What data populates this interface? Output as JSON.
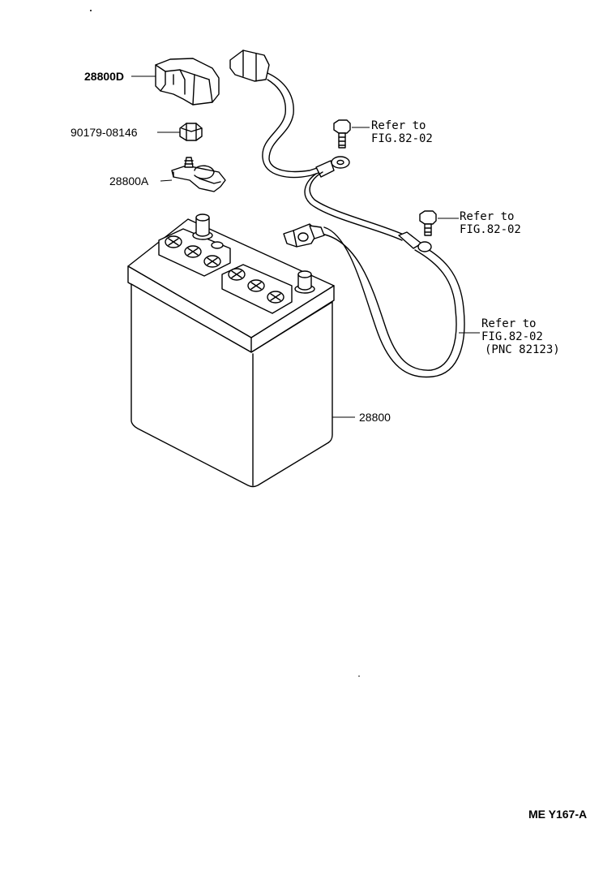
{
  "parts": {
    "terminal_cover": "28800D",
    "nut": "90179-08146",
    "clamp": "28800A",
    "battery": "28800"
  },
  "references": [
    {
      "line1": "Refer to",
      "line2": "FIG.82-02",
      "line3": ""
    },
    {
      "line1": "Refer to",
      "line2": "FIG.82-02",
      "line3": ""
    },
    {
      "line1": "Refer to",
      "line2": "FIG.82-02",
      "line3": "(PNC 82123)"
    }
  ],
  "diagram_code": "ME Y167-A"
}
